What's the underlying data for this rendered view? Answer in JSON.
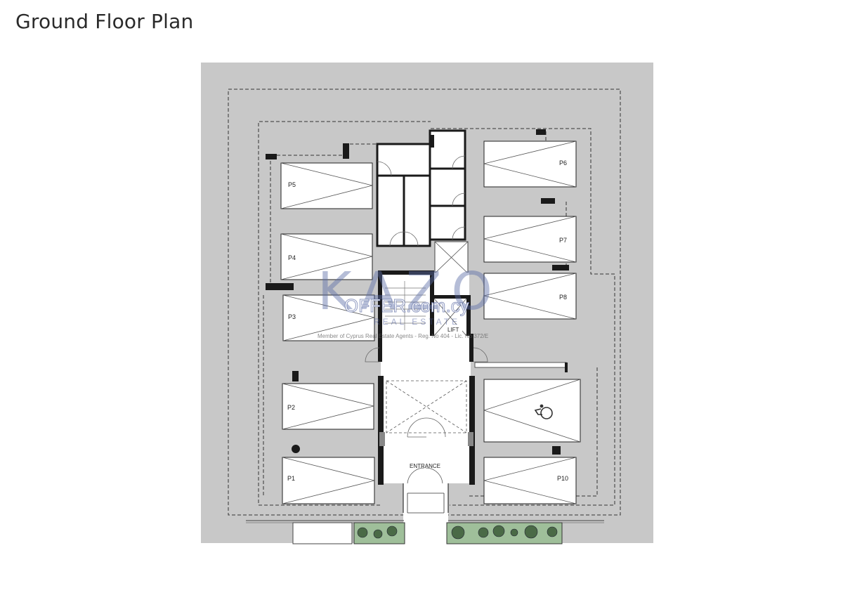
{
  "title": "Ground Floor Plan",
  "parking_spaces": [
    "P1",
    "P2",
    "P3",
    "P4",
    "P5",
    "P6",
    "P7",
    "P8",
    "P10"
  ],
  "labels": {
    "lift": "LIFT",
    "entrance": "ENTRANCE"
  },
  "watermark": {
    "brand": "KAZO",
    "site": "OFFER.com.cy",
    "tagline": "REAL ESTATE",
    "membership": "Member of Cyprus Real Estate Agents - Reg. No 404 - Lic. No 372/E"
  },
  "colors": {
    "site_fill": "#c8c8c8",
    "wall": "#1a1a1a",
    "parking_fill": "#ffffff",
    "planter": "#8fb08c",
    "watermark": "#5a6ca6"
  }
}
